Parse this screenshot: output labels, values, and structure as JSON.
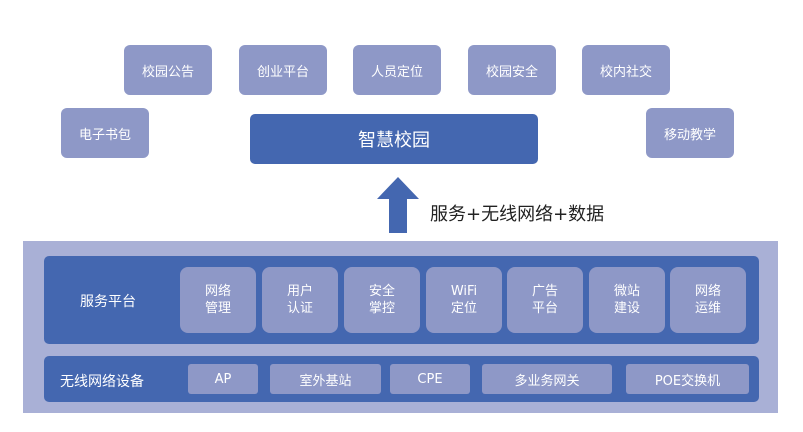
{
  "apps": {
    "school_notice": "校园公告",
    "entrepreneur": "创业平台",
    "person_locate": "人员定位",
    "campus_security": "校园安全",
    "campus_social": "校内社交",
    "ebook": "电子书包",
    "mobile_teaching": "移动教学"
  },
  "center_label": "智慧校园",
  "arrow_label": "服务+无线网络+数据",
  "service_platform": {
    "label": "服务平台",
    "tiles": [
      {
        "line1": "网络",
        "line2": "管理"
      },
      {
        "line1": "用户",
        "line2": "认证"
      },
      {
        "line1": "安全",
        "line2": "掌控"
      },
      {
        "line1": "WiFi",
        "line2": "定位"
      },
      {
        "line1": "广告",
        "line2": "平台"
      },
      {
        "line1": "微站",
        "line2": "建设"
      },
      {
        "line1": "网络",
        "line2": "运维"
      }
    ]
  },
  "devices": {
    "label": "无线网络设备",
    "items": [
      "AP",
      "室外基站",
      "CPE",
      "多业务网关",
      "POE交换机"
    ]
  },
  "colors": {
    "primary": "#4467b0",
    "secondary": "#8e98c7",
    "frame": "#a9b0d6"
  }
}
